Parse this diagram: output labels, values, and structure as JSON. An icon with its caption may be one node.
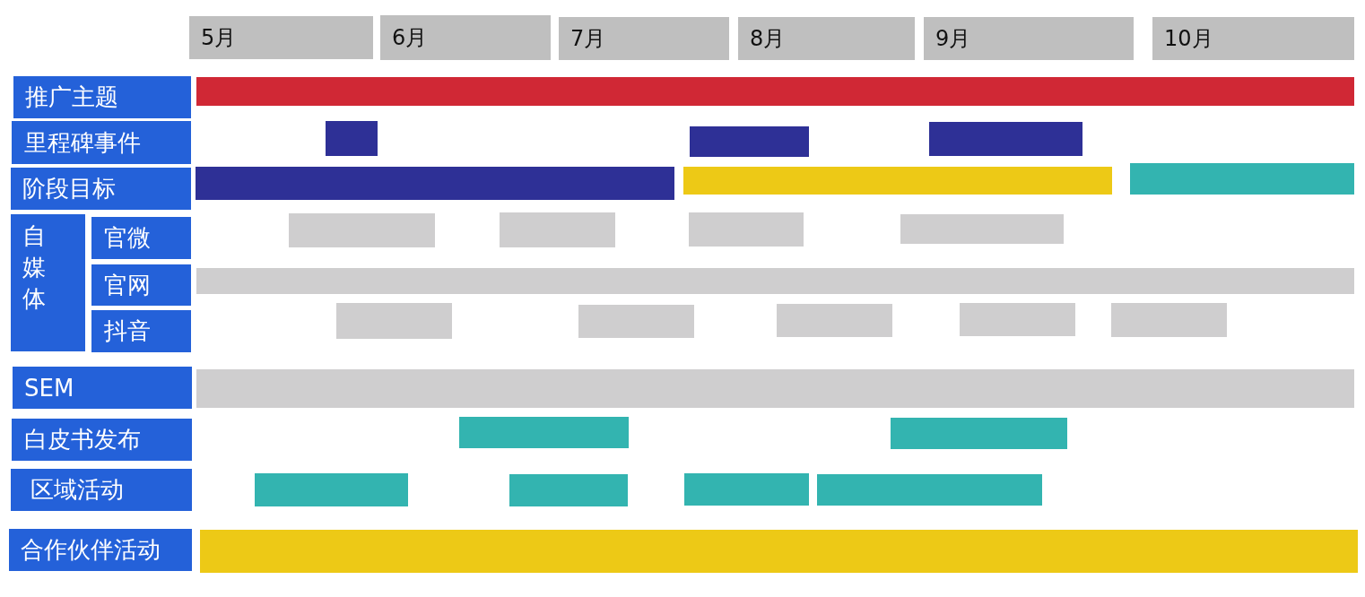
{
  "diagram": {
    "nodes": [
      {
        "text": [
          "5月"
        ]
      },
      {
        "text": [
          "6月"
        ]
      },
      {
        "text": [
          "7月"
        ]
      },
      {
        "text": [
          "8月"
        ]
      },
      {
        "text": [
          "9月"
        ]
      },
      {
        "text": [
          "10月"
        ]
      },
      {
        "text": [
          "推广主题"
        ]
      },
      {
        "text": [],
        "shape": "bar"
      },
      {
        "text": [
          "里程碑事件"
        ]
      },
      {
        "text": [],
        "shape": "bar"
      },
      {
        "text": [],
        "shape": "bar"
      },
      {
        "text": [],
        "shape": "bar"
      },
      {
        "text": [
          "阶段目标"
        ]
      },
      {
        "text": [],
        "shape": "bar"
      },
      {
        "text": [],
        "shape": "bar"
      },
      {
        "text": [],
        "shape": "bar"
      },
      {
        "text": [
          "自媒体"
        ]
      },
      {
        "text": [
          "官微"
        ]
      },
      {
        "text": [],
        "shape": "bar"
      },
      {
        "text": [],
        "shape": "bar"
      },
      {
        "text": [],
        "shape": "bar"
      },
      {
        "text": [],
        "shape": "bar"
      },
      {
        "text": [
          "官网"
        ]
      },
      {
        "text": [],
        "shape": "bar"
      },
      {
        "text": [
          "抖音"
        ]
      },
      {
        "text": [],
        "shape": "bar"
      },
      {
        "text": [],
        "shape": "bar"
      },
      {
        "text": [],
        "shape": "bar"
      },
      {
        "text": [],
        "shape": "bar"
      },
      {
        "text": [],
        "shape": "bar"
      },
      {
        "text": [
          "SEM"
        ]
      },
      {
        "text": [],
        "shape": "bar"
      },
      {
        "text": [
          "白皮书发布"
        ]
      },
      {
        "text": [],
        "shape": "bar"
      },
      {
        "text": [],
        "shape": "bar"
      },
      {
        "text": [
          "区域活动"
        ]
      },
      {
        "text": [],
        "shape": "bar"
      },
      {
        "text": [],
        "shape": "bar"
      },
      {
        "text": [],
        "shape": "bar"
      },
      {
        "text": [],
        "shape": "bar"
      },
      {
        "text": [
          "合作伙伴活动"
        ]
      },
      {
        "text": [],
        "shape": "bar"
      }
    ]
  }
}
